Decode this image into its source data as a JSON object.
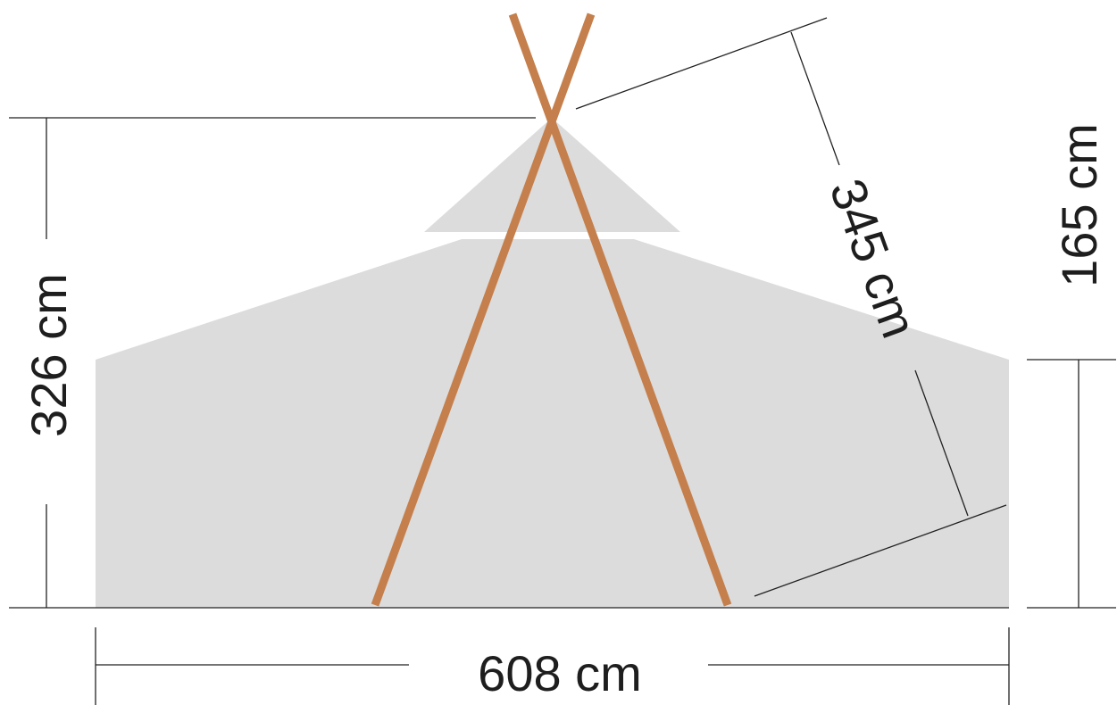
{
  "colors": {
    "tent_fill": "#dcdcdc",
    "pole": "#c47f4c",
    "dimension_line": "#222222",
    "text": "#1e1e1e"
  },
  "dimensions": {
    "total_height": "326 cm",
    "wall_height": "165 cm",
    "pole_length": "345 cm",
    "width": "608 cm"
  }
}
